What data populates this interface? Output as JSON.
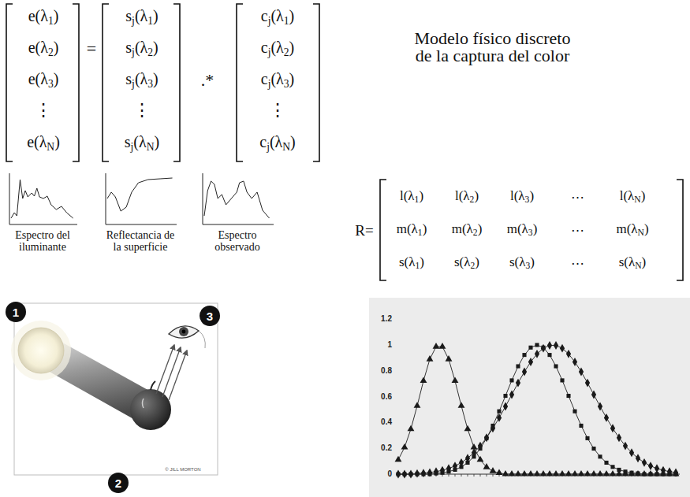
{
  "diagram": {
    "title": "Modelo físico discreto de la captura del color",
    "nodes": [
      {
        "text": [
          "Espectro del iluminante"
        ]
      },
      {
        "text": [
          "Reflectancia de la superficie"
        ]
      },
      {
        "text": [
          "Espectro observado"
        ]
      }
    ],
    "labels": [
      "e(λ1)",
      "e(λ2)",
      "e(λ3)",
      "⋮",
      "e(λN)",
      "=",
      "sj(λ1)",
      "sj(λ2)",
      "sj(λ3)",
      "⋮",
      "sj(λN)",
      ".*",
      "cj(λ1)",
      "cj(λ2)",
      "cj(λ3)",
      "⋮",
      "cj(λN)",
      "R=",
      "l(λ1)",
      "l(λ2)",
      "l(λ3)",
      "⋯",
      "l(λN)",
      "m(λ1)",
      "m(λ2)",
      "m(λ3)",
      "⋯",
      "m(λN)",
      "s(λ1)",
      "s(λ2)",
      "s(λ3)",
      "⋯",
      "s(λN)",
      "1",
      "2",
      "3",
      "© JILL MORTON",
      "1.2",
      "1",
      "0.8",
      "0.6",
      "0.4",
      "0.2",
      "0"
    ]
  }
}
